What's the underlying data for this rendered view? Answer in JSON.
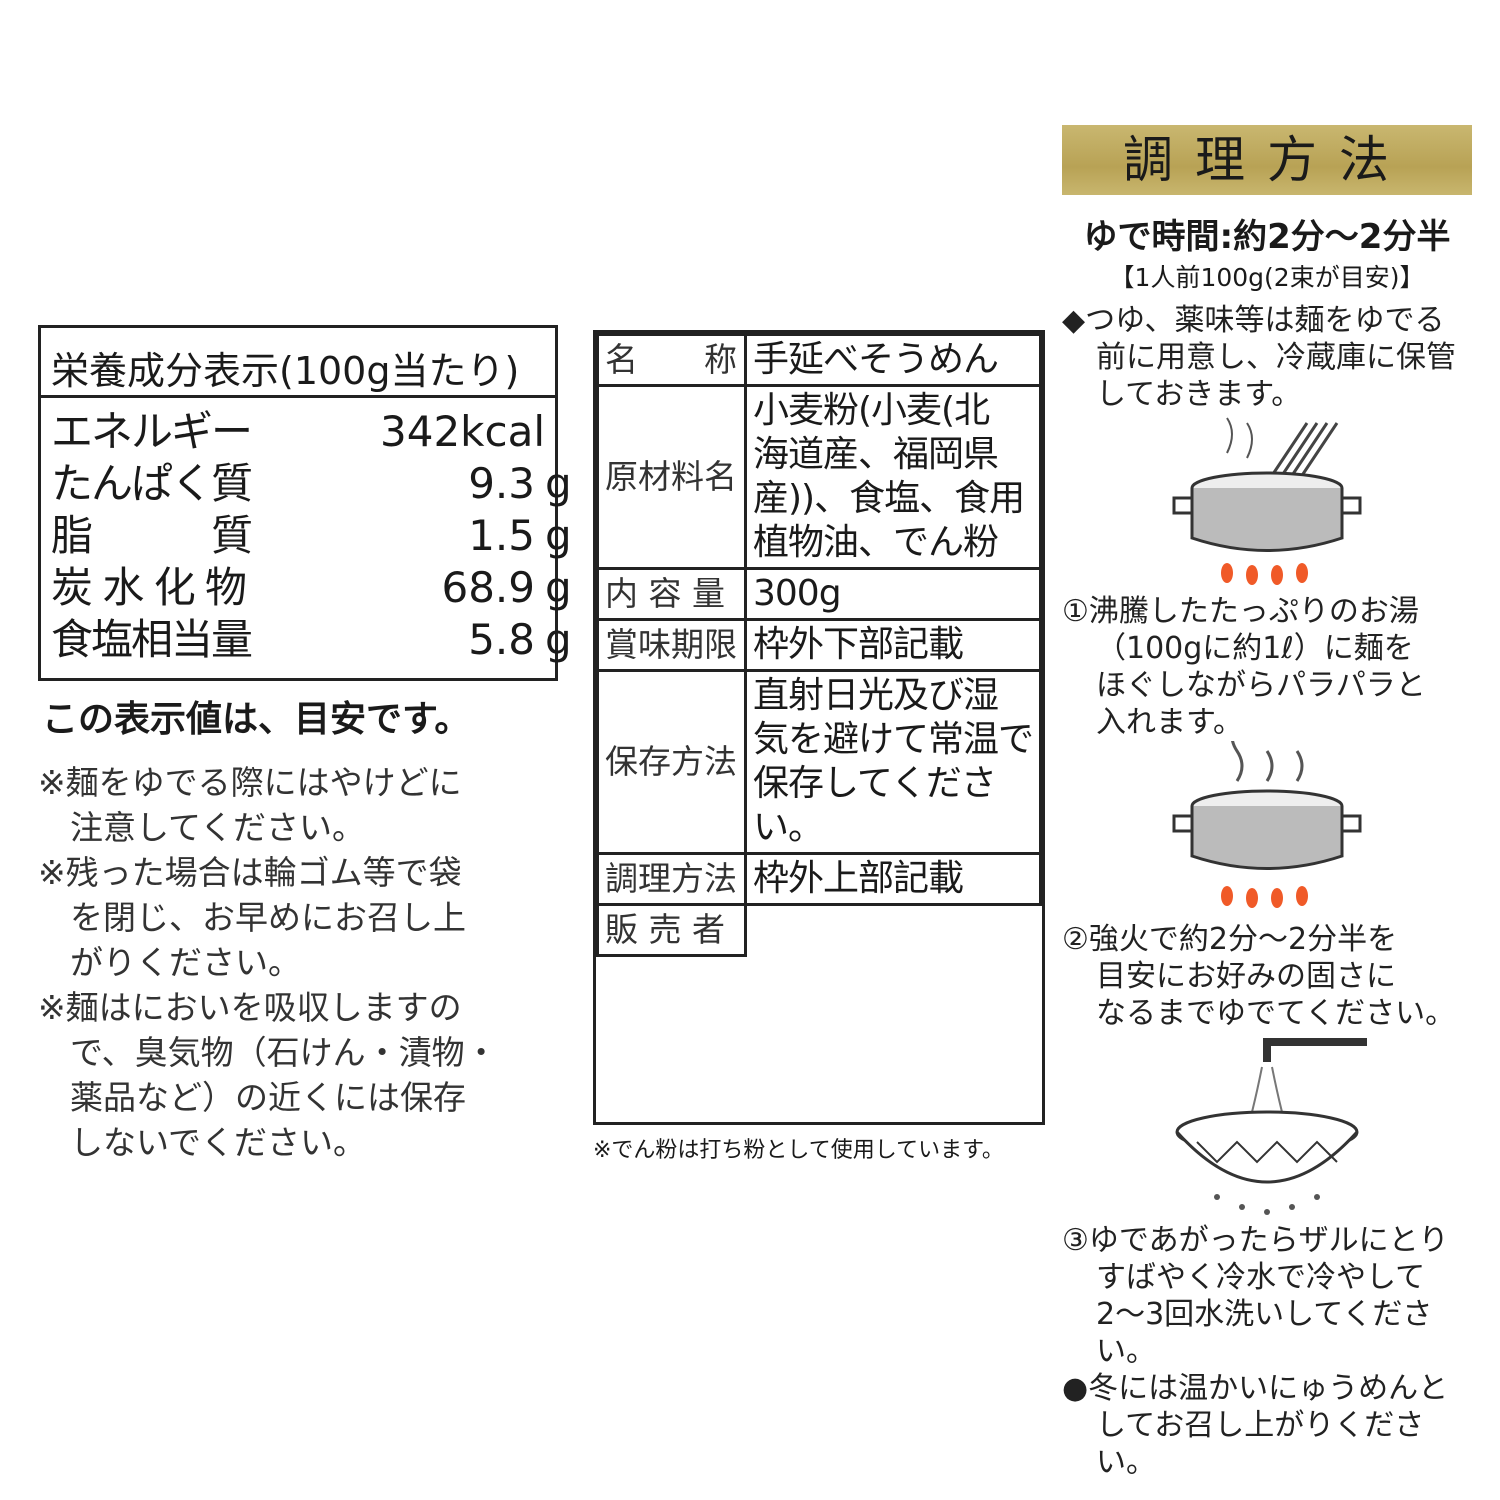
{
  "nutrition": {
    "title": "栄養成分表示(100g当たり)",
    "rows": [
      {
        "label": "エネルギー",
        "value": "342",
        "unit": "kcal"
      },
      {
        "label": "たんぱく質",
        "value": "9.3",
        "unit": "g"
      },
      {
        "label": "脂　　　質",
        "value": "1.5",
        "unit": "g"
      },
      {
        "label": "炭 水 化 物",
        "value": "68.9",
        "unit": "g"
      },
      {
        "label": "食塩相当量",
        "value": "5.8",
        "unit": "g"
      }
    ],
    "disclaimer": "この表示値は、目安です。"
  },
  "notes": [
    "※麺をゆでる際にはやけどに\n注意してください。",
    "※残った場合は輪ゴム等で袋\nを閉じ、お早めにお召し上\nがりください。",
    "※麺はにおいを吸収しますの\nで、臭気物（石けん・漬物・\n薬品など）の近くには保存\nしないでください。"
  ],
  "info": {
    "rows": [
      {
        "key": "名　　称",
        "value": "手延べそうめん"
      },
      {
        "key": "原材料名",
        "value": "小麦粉(小麦(北\n海道産、福岡県\n産))、食塩、食用\n植物油、でん粉"
      },
      {
        "key": "内 容 量",
        "value": "300g"
      },
      {
        "key": "賞味期限",
        "value": "枠外下部記載"
      },
      {
        "key": "保存方法",
        "value": "直射日光及び湿\n気を避けて常温で\n保存してください。"
      },
      {
        "key": "調理方法",
        "value": "枠外上部記載"
      },
      {
        "key": "販 売 者",
        "value": ""
      }
    ],
    "footnote": "※でん粉は打ち粉として使用しています。"
  },
  "cooking": {
    "title": "調理方法",
    "time": "ゆで時間:約2分～2分半",
    "portion": "【1人前100g(2束が目安)】",
    "prep": "◆つゆ、薬味等は麺をゆでる\n前に用意し、冷蔵庫に保管\nしておきます。",
    "step1": "①沸騰したたっぷりのお湯\n（100gに約1ℓ）に麺を\nほぐしながらパラパラと\n入れます。",
    "step2": "②強火で約2分～2分半を\n目安にお好みの固さに\nなるまでゆでてください。",
    "step3": "③ゆであがったらザルにとり\nすばやく冷水で冷やして\n2～3回水洗いしてください。",
    "winter": "●冬には温かいにゅうめんと\nしてお召し上がりください。",
    "accent": "#bca85c"
  }
}
